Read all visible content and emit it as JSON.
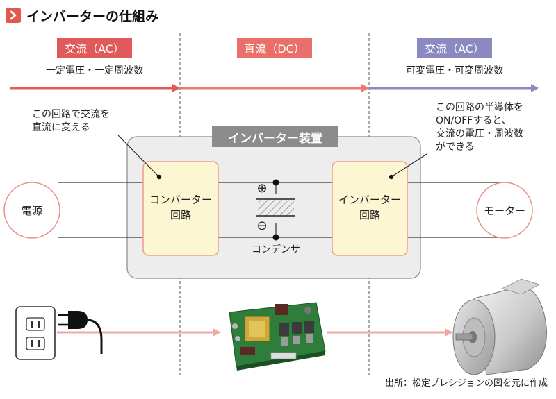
{
  "title": "インバーターの仕組み",
  "sections": [
    {
      "label": "交流（AC）",
      "sub": "一定電圧・一定周波数",
      "color": "#e05a5a"
    },
    {
      "label": "直流（DC）",
      "sub": "",
      "color": "#e9706a"
    },
    {
      "label": "交流（AC）",
      "sub": "可変電圧・可変周波数",
      "color": "#8b89c0"
    }
  ],
  "notes": {
    "converter_note": [
      "この回路で交流を",
      "直流に変える"
    ],
    "inverter_note": [
      "この回路の半導体を",
      "ON/OFFすると、",
      "交流の電圧・周波数",
      "ができる"
    ]
  },
  "device_title": "インバーター装置",
  "converter_label": [
    "コンバーター",
    "回路"
  ],
  "inverter_label": [
    "インバーター",
    "回路"
  ],
  "capacitor_label": "コンデンサ",
  "capacitor_plus": "⊕",
  "capacitor_minus": "⊖",
  "power_source": "電源",
  "motor": "モーター",
  "source_note": "出所：松定プレシジョンの図を元に作成",
  "colors": {
    "title_mark": "#e05a4e",
    "device_box": "#ededed",
    "device_title_bg": "#8c8c8c",
    "circuit_fill": "#fdf6d2",
    "circuit_border": "#f0a08a",
    "node_circle_border": "#e8908a",
    "flow_arrow": "#f2a8a0",
    "pcb_green": "#2e7d3a"
  }
}
